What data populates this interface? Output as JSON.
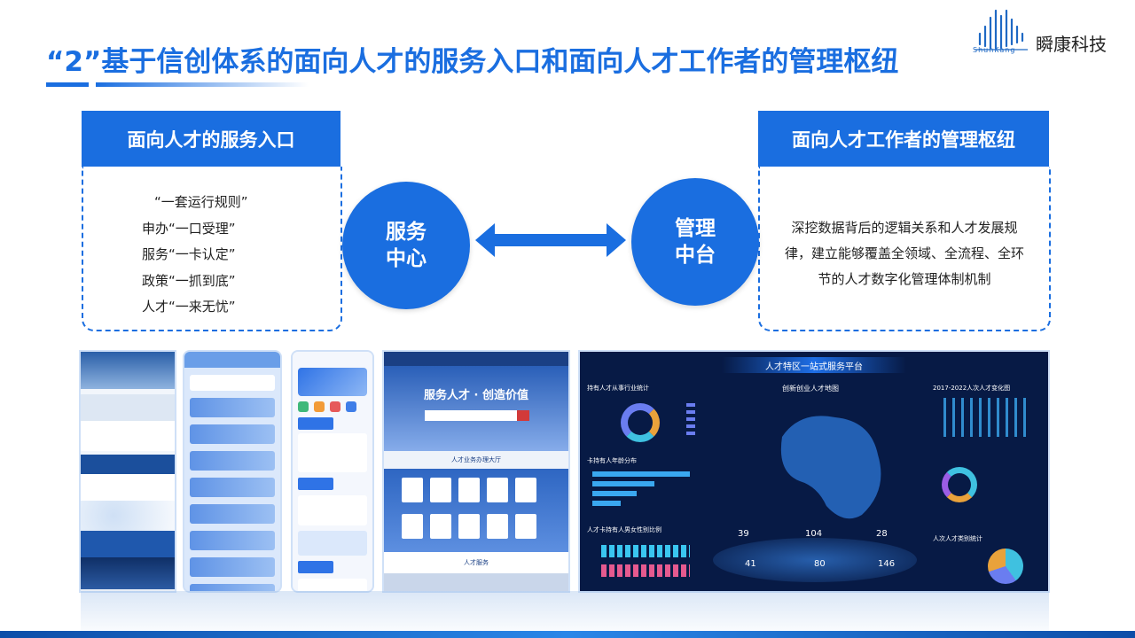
{
  "header": {
    "title": "“2”基于信创体系的面向人才的服务入口和面向人才工作者的管理枢纽",
    "logo_sub": "ShunKang",
    "logo_text": "瞬康科技"
  },
  "left_panel": {
    "heading": "面向人才的服务入口",
    "lines": [
      "“一套运行规则”",
      "申办“一口受理”",
      "服务“一卡认定”",
      "政策“一抓到底”",
      "人才“一来无忧”"
    ]
  },
  "right_panel": {
    "heading": "面向人才工作者的管理枢纽",
    "text": "深挖数据背后的逻辑关系和人才发展规律，建立能够覆盖全领域、全流程、全环节的人才数字化管理体制机制"
  },
  "circles": {
    "service": [
      "服务",
      "中心"
    ],
    "management": [
      "管理",
      "中台"
    ]
  },
  "screens": {
    "portal_banner": "服务人才 · 创造价值",
    "portal_hall": "人才业务办理大厅",
    "portal_services": "人才服务",
    "dashboard_title": "人才特区一站式服务平台",
    "dashboard_map": "创新创业人才地图",
    "dashboard_industry": "持有人才从事行业统计",
    "dashboard_age": "卡持有人年龄分布",
    "dashboard_gender": "人才卡持有人男女性别比例",
    "dashboard_trend": "2017-2022人次人才变化图",
    "dashboard_category": "人次人才类别统计",
    "dashboard_stat1": "39",
    "dashboard_stat2": "104",
    "dashboard_stat3": "28",
    "dashboard_stat4": "41",
    "dashboard_stat5": "80",
    "dashboard_stat6": "146"
  },
  "colors": {
    "primary": "#1a6ee0",
    "dashboard_bg": "#071a45"
  }
}
